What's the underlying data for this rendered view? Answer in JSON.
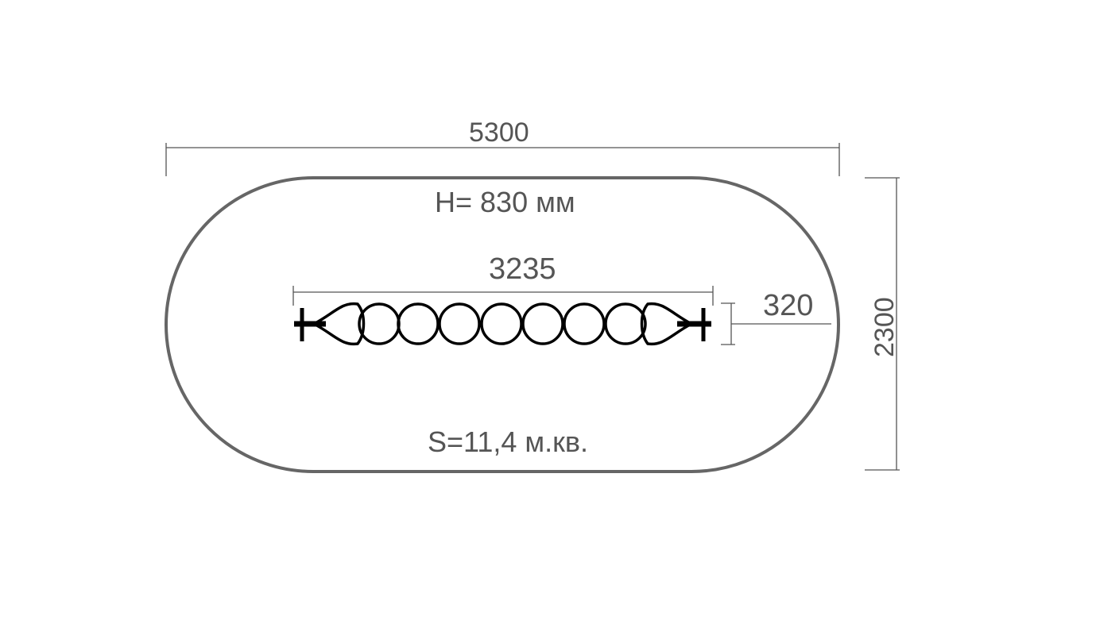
{
  "dimensions": {
    "overall_length": "5300",
    "overall_width": "2300",
    "equipment_length": "3235",
    "equipment_width": "320"
  },
  "height_label": "H= 830 мм",
  "area_label": "S=11,4 м.кв.",
  "colors": {
    "zone_outline": "#666666",
    "equipment": "#000000",
    "dimension_line": "#555555"
  }
}
